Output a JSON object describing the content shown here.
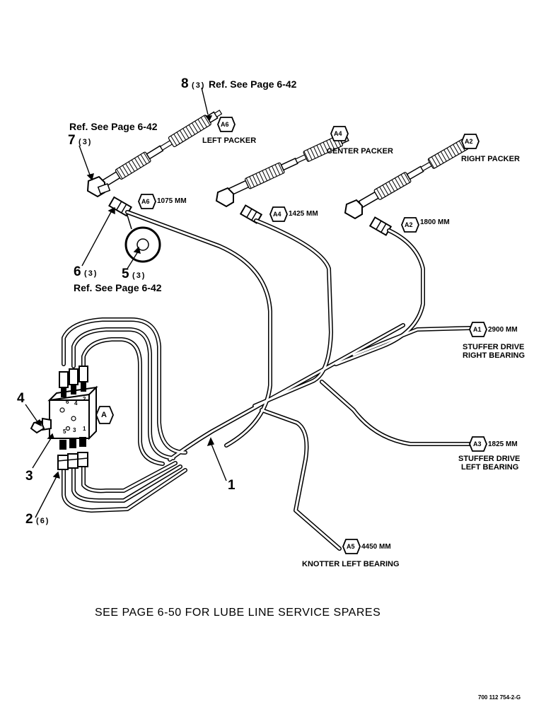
{
  "callouts": {
    "c8": {
      "num": "8",
      "qty": "(3)",
      "ref": "Ref. See Page 6-42"
    },
    "c7": {
      "num": "7",
      "qty": "(3)",
      "ref": "Ref. See Page 6-42"
    },
    "c6": {
      "num": "6",
      "qty": "(3)"
    },
    "c5": {
      "num": "5",
      "qty": "(3)",
      "ref": "Ref. See Page 6-42"
    },
    "c4": {
      "num": "4"
    },
    "c3": {
      "num": "3"
    },
    "c2": {
      "num": "2",
      "qty": "(6)"
    },
    "c1": {
      "num": "1"
    }
  },
  "block_label": "A",
  "block_ports": {
    "p6": "6",
    "p2": "2",
    "p4": "4",
    "p5": "5",
    "p3": "3",
    "p1": "1"
  },
  "lines": [
    {
      "code": "A6",
      "length": "1075 MM",
      "label": "LEFT PACKER"
    },
    {
      "code": "A4",
      "length": "1425 MM",
      "label": "CENTER PACKER"
    },
    {
      "code": "A2",
      "length": "1800 MM",
      "label": "RIGHT PACKER"
    },
    {
      "code": "A1",
      "length": "2900 MM",
      "label_line1": "STUFFER DRIVE",
      "label_line2": "RIGHT BEARING"
    },
    {
      "code": "A3",
      "length": "1825 MM",
      "label_line1": "STUFFER DRIVE",
      "label_line2": "LEFT BEARING"
    },
    {
      "code": "A5",
      "length": "4450 MM",
      "label": "KNOTTER LEFT BEARING"
    }
  ],
  "footer_note": "SEE PAGE 6-50 FOR LUBE LINE SERVICE SPARES",
  "part_number": "700 112 754-2-G"
}
